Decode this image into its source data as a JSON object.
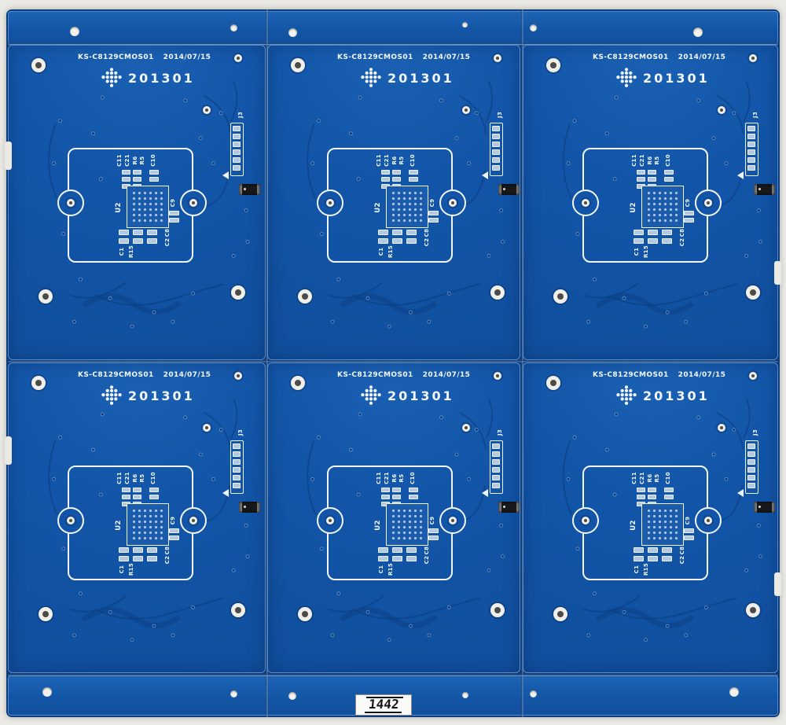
{
  "panel": {
    "rows": 2,
    "cols": 3,
    "date_code": "1442"
  },
  "board": {
    "part_number": "KS-C8129CMOS01",
    "date_stamp": "2014/07/15",
    "logo_text": "201301",
    "refs": {
      "u2": "U2",
      "c11": "C11",
      "c21": "C21",
      "r6": "R6",
      "r5": "R5",
      "c10": "C10",
      "c9": "C9",
      "c8": "C8",
      "c2": "C2",
      "c1": "C1",
      "r15": "R15",
      "j3": "J3"
    }
  },
  "colors": {
    "solder_mask_blue": "#1255a8",
    "seam_dark_blue": "#0d3d7e",
    "silkscreen_white": "#f3f7fc",
    "pad_silver": "#b3c8e2",
    "hole_dark": "#4c4b47",
    "component_black": "#17181a",
    "background_paper": "#ebe9e4"
  }
}
